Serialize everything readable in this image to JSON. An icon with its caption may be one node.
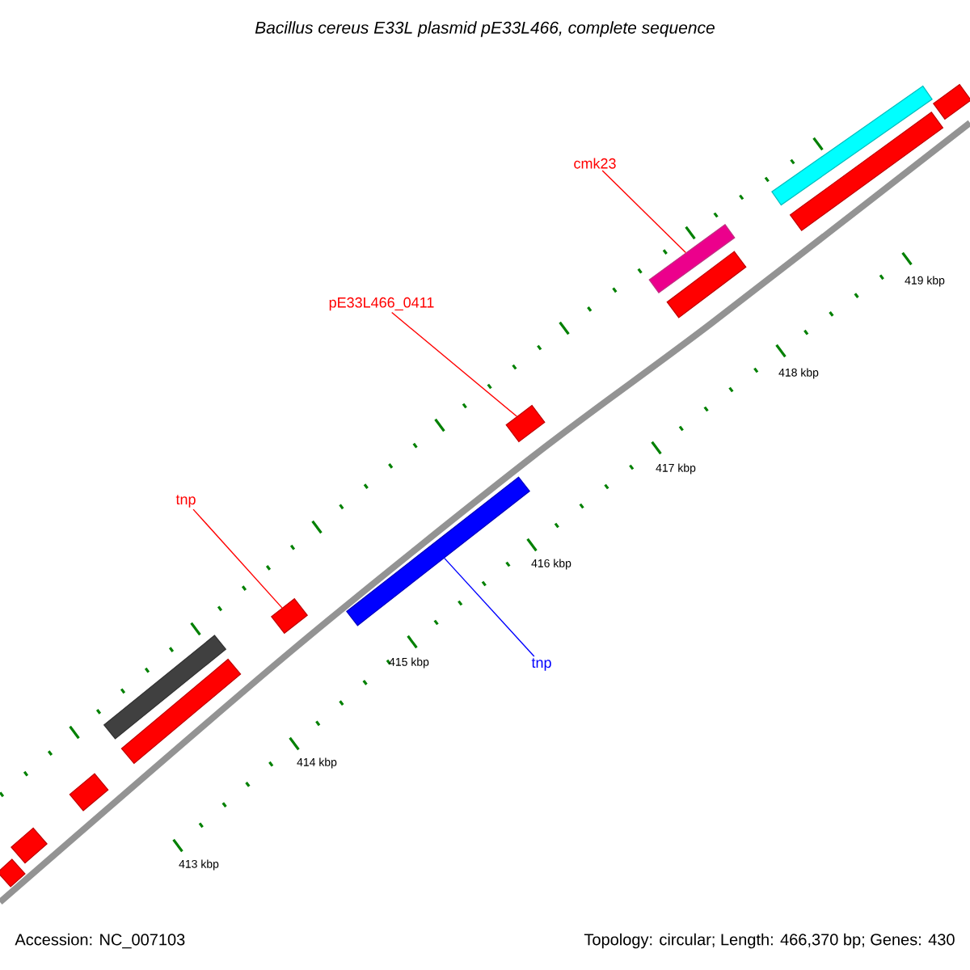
{
  "diagram": {
    "title": "*Bacillus cereus* E33L plasmid pE33L466, complete sequence",
    "nodes": [
      {
        "text": [],
        "shape": "bar"
      },
      {
        "text": [],
        "shape": "bar"
      },
      {
        "text": [],
        "shape": "bar"
      },
      {
        "text": [
          "cmk23"
        ]
      },
      {
        "text": [],
        "shape": "bar"
      },
      {
        "text": [],
        "shape": "bar"
      },
      {
        "text": [
          "pE33L466_0411"
        ]
      },
      {
        "text": [],
        "shape": "bar"
      },
      {
        "text": [
          "tnp"
        ]
      },
      {
        "text": [],
        "shape": "bar"
      },
      {
        "text": [],
        "shape": "bar"
      },
      {
        "text": [
          "tnp"
        ]
      },
      {
        "text": [],
        "shape": "bar"
      },
      {
        "text": [],
        "shape": "bar"
      },
      {
        "text": [],
        "shape": "bar"
      },
      {
        "text": [],
        "shape": "bar"
      },
      {
        "text": [],
        "shape": "bar"
      }
    ],
    "edges": [
      {
        "from": 3,
        "to": 4,
        "arrow": "none",
        "color": "#ff0000"
      },
      {
        "from": 6,
        "to": 7,
        "arrow": "none",
        "color": "#ff0000"
      },
      {
        "from": 8,
        "to": 9,
        "arrow": "none",
        "color": "#ff0000"
      },
      {
        "from": 11,
        "to": 10,
        "arrow": "none",
        "color": "#0000ff"
      }
    ],
    "labels": [
      "419 kbp",
      "418 kbp",
      "417 kbp",
      "416 kbp",
      "415 kbp",
      "414 kbp",
      "413 kbp",
      "Accession: NC_007103",
      "Topology: circular; Length: 466,370 bp; Genes: 430"
    ]
  }
}
